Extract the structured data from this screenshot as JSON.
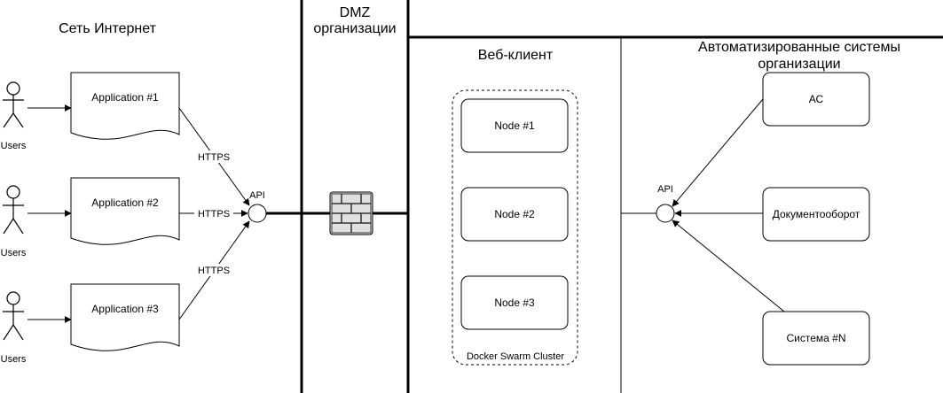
{
  "zones": {
    "internet": "Сеть Интернет",
    "dmz": [
      "DMZ",
      "организации"
    ],
    "web_client": "Веб-клиент",
    "org_systems": [
      "Автоматизированные системы",
      "организации"
    ]
  },
  "users_label": "Users",
  "applications": [
    "Application #1",
    "Application #2",
    "Application #3"
  ],
  "https_label": "HTTPS",
  "api_label": "API",
  "cluster": {
    "label": "Docker Swarm Cluster",
    "nodes": [
      "Node #1",
      "Node #2",
      "Node #3"
    ]
  },
  "org_system_boxes": [
    "АС",
    "Документооборот",
    "Система #N"
  ],
  "colors": {
    "line": "#000000",
    "background": "#ffffff",
    "firewall_fill": "#e0e0e0"
  },
  "icons": [
    "user-icon",
    "firewall-icon"
  ]
}
